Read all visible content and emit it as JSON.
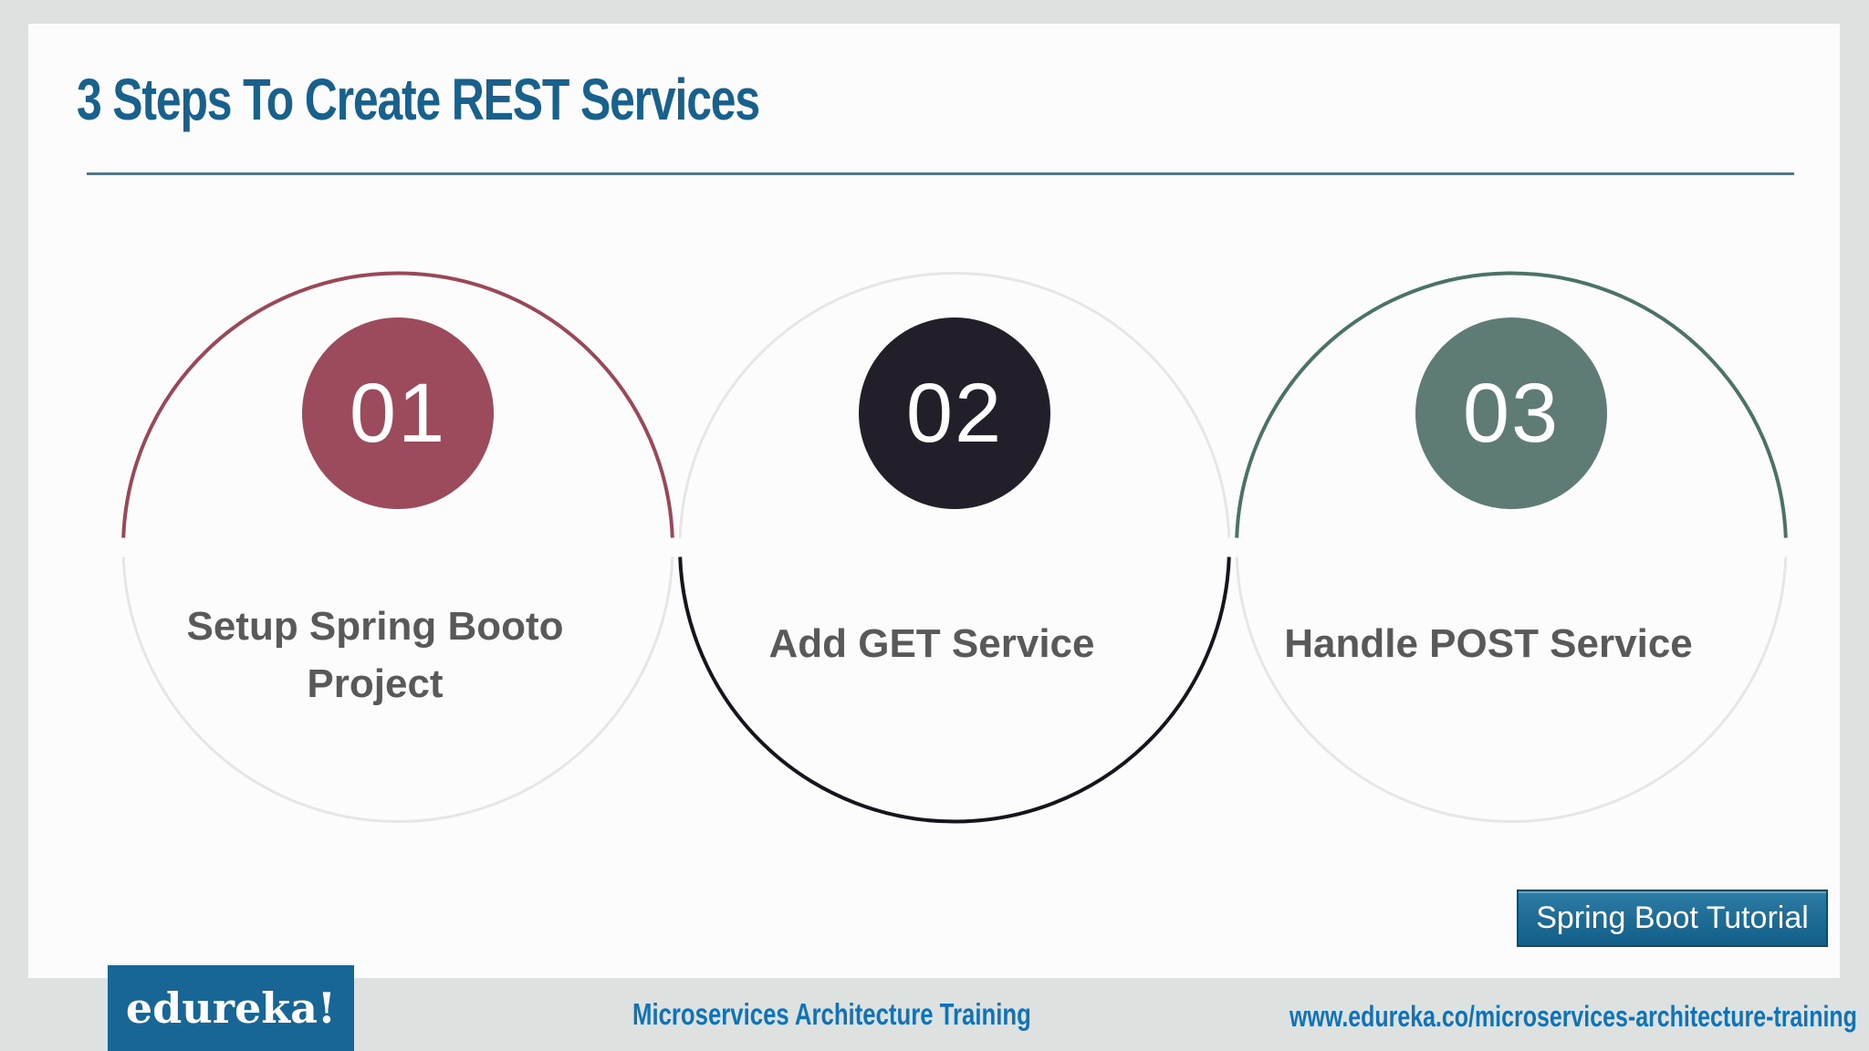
{
  "title": "3 Steps To Create REST Services",
  "steps": [
    {
      "number": "01",
      "label": "Setup Spring Booto Project",
      "arc_color": "#9a4757",
      "badge_color": "#9c4b5d",
      "arc_position": "top"
    },
    {
      "number": "02",
      "label": "Add GET Service",
      "arc_color": "#16141c",
      "badge_color": "#221f2a",
      "arc_position": "bottom"
    },
    {
      "number": "03",
      "label": "Handle POST Service",
      "arc_color": "#4b7268",
      "badge_color": "#5e7b76",
      "arc_position": "top"
    }
  ],
  "tutorial_badge": {
    "label": "Spring Boot Tutorial"
  },
  "footer": {
    "logo_text": "edureka!",
    "course": "Microservices Architecture Training",
    "url": "www.edureka.co/microservices-architecture-training"
  },
  "colors": {
    "canvas-bg": "#dde1e0",
    "slide-bg": "#fcfcfd",
    "title-color": "#17618c",
    "divider-color": "#447c95",
    "label-color": "#595959",
    "ring-gray": "#e7e5e8",
    "footer-blue": "#1173b5",
    "tutorial-badge-bg": "#1d6b95",
    "tutorial-badge-border": "#0d4a6c",
    "logo-bg": "#176695"
  }
}
